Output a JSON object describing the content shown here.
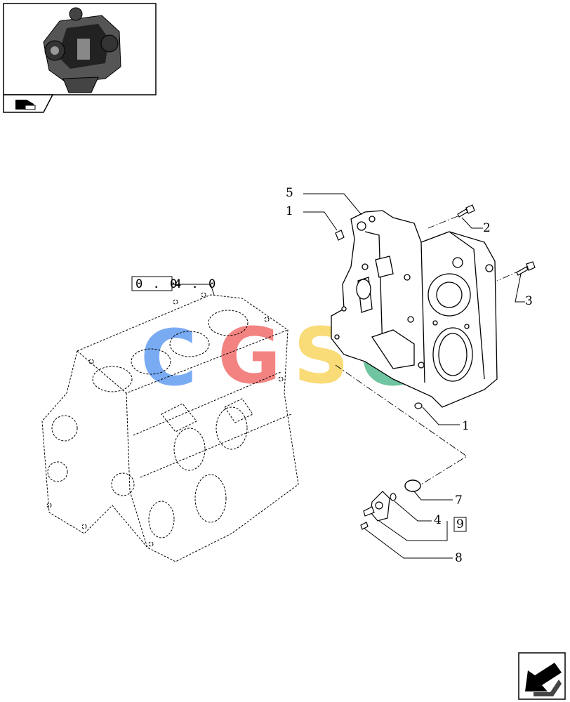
{
  "reference": {
    "block_code": "0 . 04 . 0",
    "block_code_boxed": "0 . 0",
    "block_code_tail": "4 . 0",
    "kit_box": "9"
  },
  "callouts": {
    "c1_top": "1",
    "c1_bottom": "1",
    "c2": "2",
    "c3": "3",
    "c4": "4",
    "c5": "5",
    "c7": "7",
    "c8": "8"
  },
  "watermark": {
    "letters": [
      "C",
      "G",
      "S",
      "C"
    ],
    "colors": [
      "#4d8ff0",
      "#ef5a57",
      "#f7d04a",
      "#3fb27f"
    ]
  },
  "colors": {
    "line": "#000000",
    "paper": "#ffffff"
  }
}
